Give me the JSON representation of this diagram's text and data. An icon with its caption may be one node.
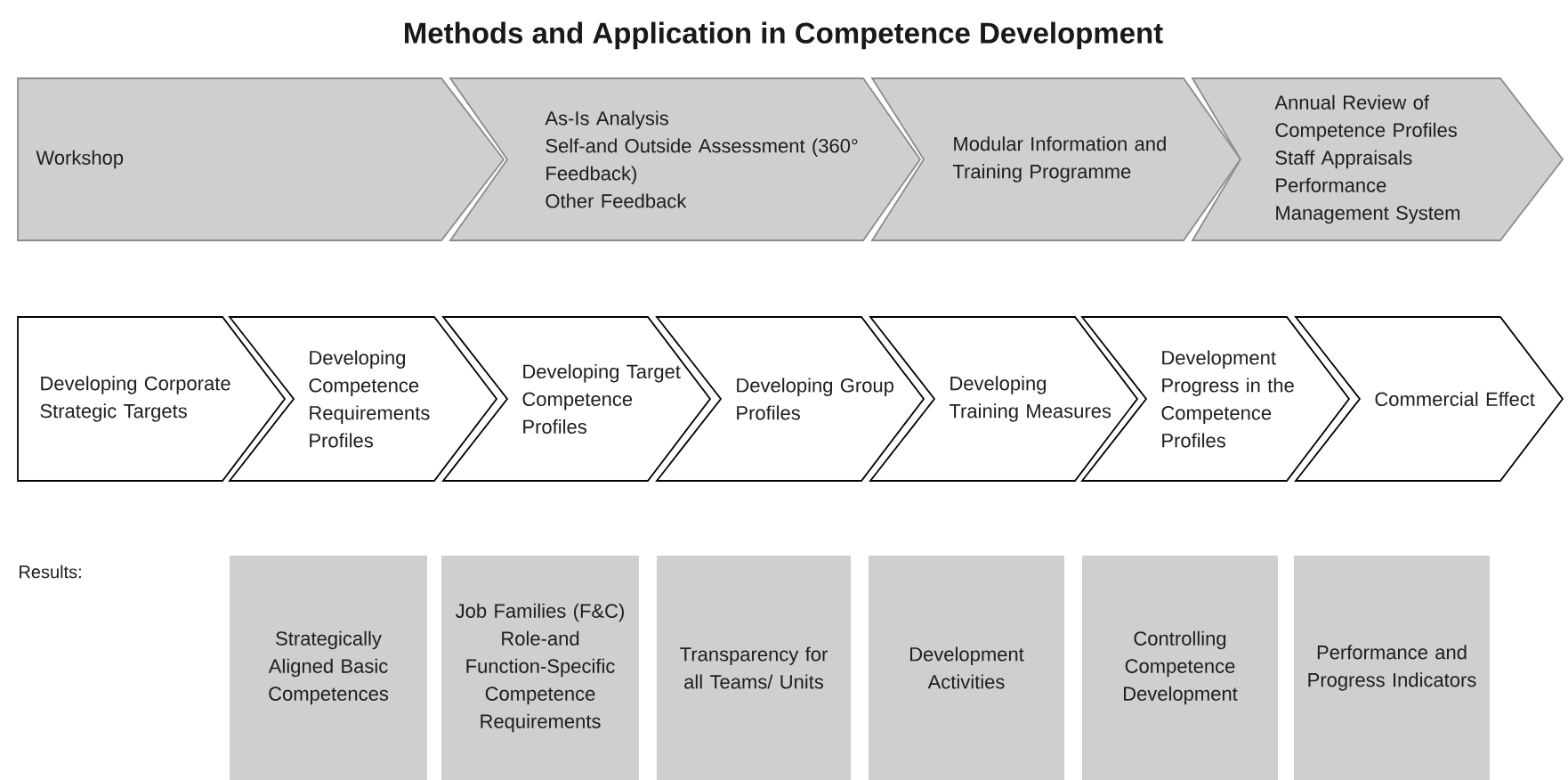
{
  "diagram": {
    "title": "Methods and Application in Competence Development",
    "nodes": [
      {
        "text": [
          "Workshop"
        ]
      },
      {
        "text": [
          "As-Is Analysis",
          "Self-and Outside Assessment (360° Feedback)",
          "Other Feedback"
        ]
      },
      {
        "text": [
          "Modular Information and Training Programme"
        ]
      },
      {
        "text": [
          "Annual Review of Competence Profiles",
          "Staff Appraisals",
          "Performance Management System"
        ]
      },
      {
        "text": [
          "Developing Corporate Strategic Targets"
        ]
      },
      {
        "text": [
          "Developing Competence Requirements Profiles"
        ]
      },
      {
        "text": [
          "Developing Target Competence Profiles"
        ]
      },
      {
        "text": [
          "Developing Group Profiles"
        ]
      },
      {
        "text": [
          "Developing Training Measures"
        ]
      },
      {
        "text": [
          "Development Progress in the Competence Profiles"
        ]
      },
      {
        "text": [
          "Commercial Effect"
        ]
      },
      {
        "text": [
          "Strategically Aligned Basic Competences"
        ]
      },
      {
        "text": [
          "Job Families (F&C)",
          "Role-and Function-Specific Competence Requirements"
        ]
      },
      {
        "text": [
          "Transparency for all Teams/ Units"
        ]
      },
      {
        "text": [
          "Development Activities"
        ]
      },
      {
        "text": [
          "Controlling Competence Development"
        ]
      },
      {
        "text": [
          "Performance and Progress Indicators"
        ]
      }
    ],
    "labels": [
      "Results:"
    ]
  }
}
